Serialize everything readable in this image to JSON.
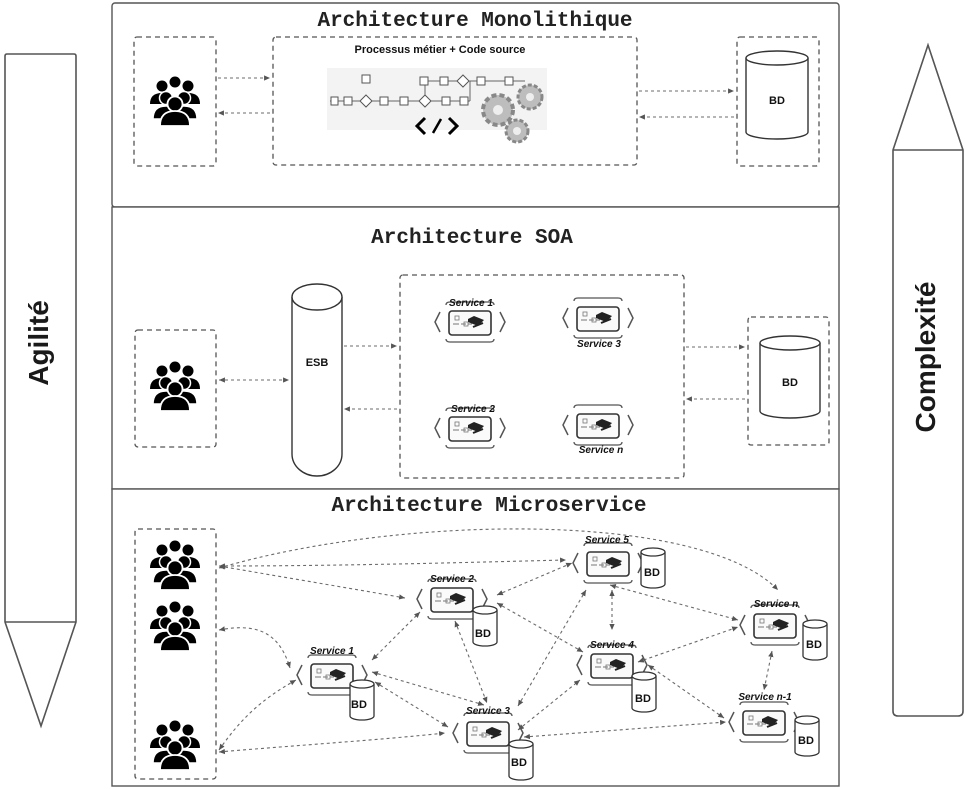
{
  "sides": {
    "left": "Agilité",
    "right": "Complexité"
  },
  "mono": {
    "title": "Architecture Monolithique",
    "process_label": "Processus métier + Code source",
    "db_label": "BD"
  },
  "soa": {
    "title": "Architecture SOA",
    "esb_label": "ESB",
    "db_label": "BD",
    "services": [
      "Service 1",
      "Service 3",
      "Service 2",
      "Service n"
    ]
  },
  "micro": {
    "title": "Architecture Microservice",
    "db_label": "BD",
    "services": [
      "Service 1",
      "Service 2",
      "Service 3",
      "Service 4",
      "Service 5",
      "Service n",
      "Service n-1"
    ]
  }
}
